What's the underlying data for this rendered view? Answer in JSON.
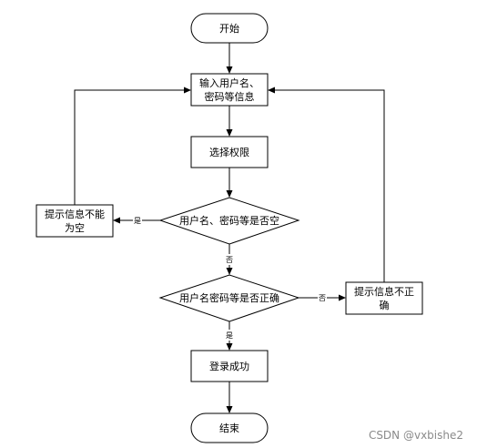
{
  "nodes": {
    "start": "开始",
    "input_line1": "输入用户名、",
    "input_line2": "密码等信息",
    "select_permission": "选择权限",
    "empty_check": "用户名、密码等是否空",
    "correct_check": "用户名密码等是否正确",
    "empty_msg_line1": "提示信息不能",
    "empty_msg_line2": "为空",
    "incorrect_msg_line1": "提示信息不正",
    "incorrect_msg_line2": "确",
    "login_success": "登录成功",
    "end": "结束"
  },
  "edges": {
    "empty_yes": "是",
    "empty_no": "否",
    "correct_no": "否",
    "correct_yes": "是"
  },
  "watermark": "CSDN @vxbishe2"
}
